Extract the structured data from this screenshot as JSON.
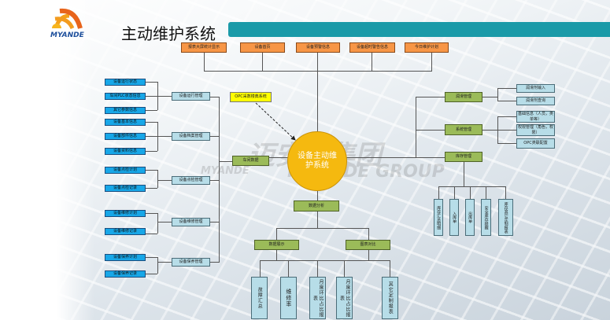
{
  "header": {
    "logo_text": "MYANDE",
    "title": "主动维护系统",
    "accent": "#1a9aa8"
  },
  "watermark": {
    "cn": "迈安德集团",
    "en1": "MYANDE",
    "en2": "MYANDE GROUP"
  },
  "center": {
    "label": "设备主动维护系统"
  },
  "top_items": [
    "报表大屏统计显示",
    "设备首页",
    "设备预警信息",
    "设备超时警告信息",
    "今日维护计划"
  ],
  "opc": "OPC采数楼典系统",
  "workshop": "车间数据",
  "left_groups": [
    {
      "label": "设备运行管理",
      "children": [
        "设备运行状态",
        "车间PLC状态信息",
        "其它参数信息"
      ]
    },
    {
      "label": "设备档案管理",
      "children": [
        "设备基本信息",
        "设备部件信息",
        "设备资料信息"
      ]
    },
    {
      "label": "设备点检管理",
      "children": [
        "设备点检计划",
        "设备点检记录"
      ]
    },
    {
      "label": "设备维修管理",
      "children": [
        "设备维修计划",
        "设备维修记录"
      ]
    },
    {
      "label": "设备保养管理",
      "children": [
        "设备保养计划",
        "设备保养记录"
      ]
    }
  ],
  "right_groups": [
    {
      "label": "润滑管理",
      "children": [
        "润滑剂输入",
        "润滑剂查询"
      ]
    },
    {
      "label": "系统管理",
      "children": [
        "基础信息（人员，类单等）",
        "权限管理（角色，权限）",
        "OPC类联配置"
      ]
    },
    {
      "label": "库存管理",
      "children": [
        "库存汇总明细",
        "入库单",
        "出库单",
        "安全库存提醒",
        "库存其它定制报表"
      ]
    }
  ],
  "analysis": {
    "label": "数据分析",
    "branches": [
      {
        "label": "数据展示"
      },
      {
        "label": "图表对比"
      }
    ],
    "children": [
      "故障汇总",
      "维修率",
      "月度环比占比报表",
      "月度环比占比报表",
      "其它定制报表"
    ]
  }
}
